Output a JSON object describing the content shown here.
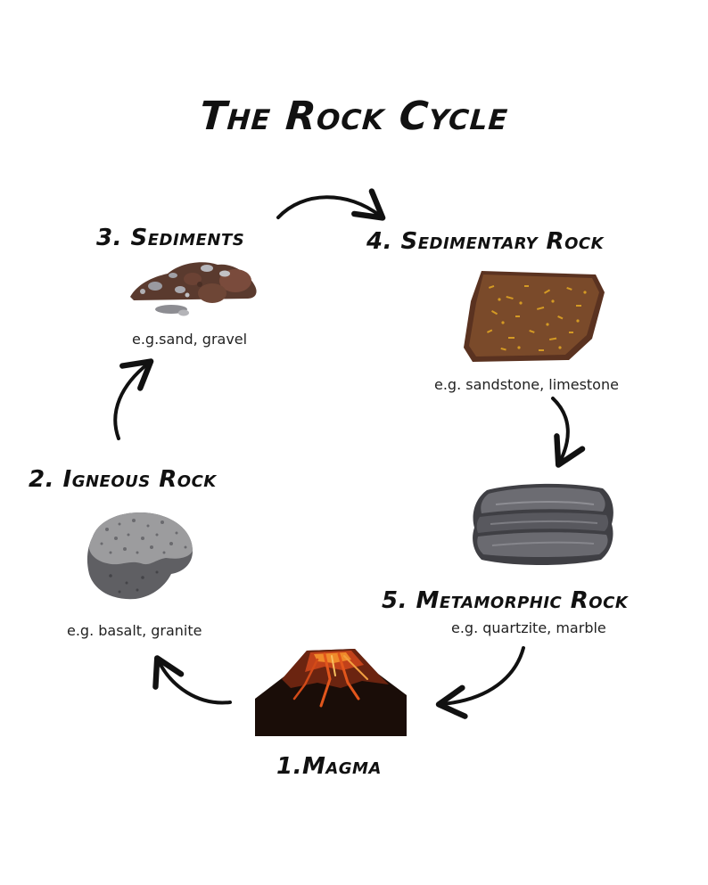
{
  "title": "The Rock Cycle",
  "stages": {
    "sediments": {
      "label": "3. Sediments",
      "example": "e.g.sand, gravel"
    },
    "sedimentary": {
      "label": "4. Sedimentary Rock",
      "example": "e.g. sandstone, limestone"
    },
    "igneous": {
      "label": "2. Igneous Rock",
      "example": "e.g. basalt, granite"
    },
    "metamorphic": {
      "label": "5. Metamorphic Rock",
      "example": "e.g. quartzite, marble"
    },
    "magma": {
      "label": "1.Magma"
    }
  },
  "colors": {
    "ink": "#111111",
    "sediment_brown": "#5a3a2e",
    "sedimentary_brown": "#7a4a2a",
    "sedimentary_speckle": "#d49a24",
    "igneous_grey": "#9a9a9a",
    "metamorphic_grey": "#5e5e62",
    "lava_orange": "#e2561c"
  },
  "icons": {
    "sediments": "sediment-pile-icon",
    "sedimentary": "sedimentary-rock-icon",
    "igneous": "igneous-rock-icon",
    "metamorphic": "metamorphic-rock-icon",
    "magma": "volcano-icon"
  }
}
